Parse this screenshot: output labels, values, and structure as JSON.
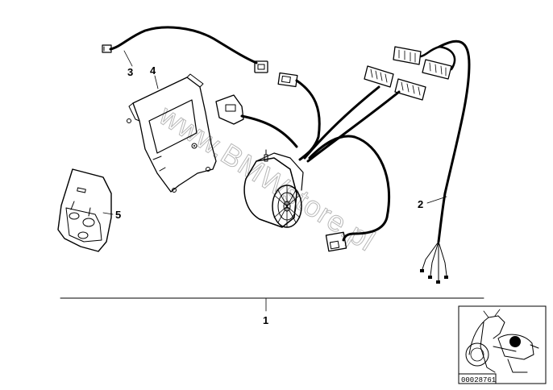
{
  "parts": [
    {
      "number": "1"
    },
    {
      "number": "2"
    },
    {
      "number": "3"
    },
    {
      "number": "4"
    },
    {
      "number": "5"
    }
  ],
  "watermark": "www.BMWstore.pl",
  "reference_code": "00028761"
}
